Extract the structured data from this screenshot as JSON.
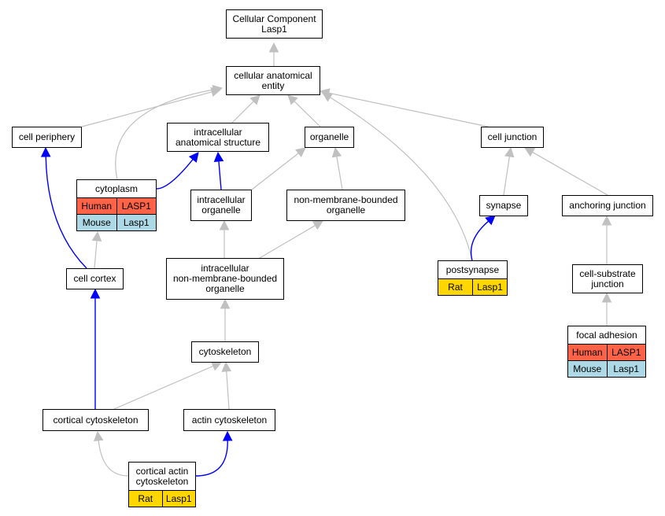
{
  "colors": {
    "gray_edge": "#c0c0c0",
    "blue_edge": "#0000ff",
    "human": "#ff6347",
    "mouse": "#add8e6",
    "rat": "#ffd700"
  },
  "nodes": {
    "root": {
      "label": "Cellular Component\nLasp1"
    },
    "cae": {
      "label": "cellular anatomical\nentity"
    },
    "periphery": {
      "label": "cell periphery"
    },
    "ias": {
      "label": "intracellular\nanatomical structure"
    },
    "organelle": {
      "label": "organelle"
    },
    "junction": {
      "label": "cell junction"
    },
    "cytoplasm": {
      "label": "cytoplasm",
      "rows": [
        {
          "species": "Human",
          "gene": "LASP1",
          "color": "human"
        },
        {
          "species": "Mouse",
          "gene": "Lasp1",
          "color": "mouse"
        }
      ]
    },
    "io": {
      "label": "intracellular\norganelle"
    },
    "nmbo": {
      "label": "non-membrane-bounded\norganelle"
    },
    "synapse": {
      "label": "synapse"
    },
    "anchoring": {
      "label": "anchoring junction"
    },
    "postsynapse": {
      "label": "postsynapse",
      "rows": [
        {
          "species": "Rat",
          "gene": "Lasp1",
          "color": "rat"
        }
      ]
    },
    "cortex": {
      "label": "cell cortex"
    },
    "inmbo": {
      "label": "intracellular\nnon-membrane-bounded\norganelle"
    },
    "substrate": {
      "label": "cell-substrate\njunction"
    },
    "focal": {
      "label": "focal adhesion",
      "rows": [
        {
          "species": "Human",
          "gene": "LASP1",
          "color": "human"
        },
        {
          "species": "Mouse",
          "gene": "Lasp1",
          "color": "mouse"
        }
      ]
    },
    "cytoskeleton": {
      "label": "cytoskeleton"
    },
    "cortcyto": {
      "label": "cortical cytoskeleton"
    },
    "actin": {
      "label": "actin cytoskeleton"
    },
    "cortactin": {
      "label": "cortical actin\ncytoskeleton",
      "rows": [
        {
          "species": "Rat",
          "gene": "Lasp1",
          "color": "rat"
        }
      ]
    }
  },
  "edges": [
    {
      "from": "cae",
      "to": "root",
      "color": "gray"
    },
    {
      "from": "periphery",
      "to": "cae",
      "color": "gray"
    },
    {
      "from": "ias",
      "to": "cae",
      "color": "gray"
    },
    {
      "from": "organelle",
      "to": "cae",
      "color": "gray"
    },
    {
      "from": "junction",
      "to": "cae",
      "color": "gray"
    },
    {
      "from": "cytoplasm",
      "to": "cae",
      "color": "gray"
    },
    {
      "from": "postsynapse",
      "to": "cae",
      "color": "gray"
    },
    {
      "from": "cytoplasm",
      "to": "ias",
      "color": "blue"
    },
    {
      "from": "io",
      "to": "ias",
      "color": "blue"
    },
    {
      "from": "io",
      "to": "organelle",
      "color": "gray"
    },
    {
      "from": "nmbo",
      "to": "organelle",
      "color": "gray"
    },
    {
      "from": "synapse",
      "to": "junction",
      "color": "gray"
    },
    {
      "from": "anchoring",
      "to": "junction",
      "color": "gray"
    },
    {
      "from": "postsynapse",
      "to": "synapse",
      "color": "blue"
    },
    {
      "from": "cortex",
      "to": "periphery",
      "color": "blue"
    },
    {
      "from": "cortex",
      "to": "cytoplasm",
      "color": "gray"
    },
    {
      "from": "inmbo",
      "to": "io",
      "color": "gray"
    },
    {
      "from": "inmbo",
      "to": "nmbo",
      "color": "gray"
    },
    {
      "from": "substrate",
      "to": "anchoring",
      "color": "gray"
    },
    {
      "from": "focal",
      "to": "substrate",
      "color": "gray"
    },
    {
      "from": "cytoskeleton",
      "to": "inmbo",
      "color": "gray"
    },
    {
      "from": "cortcyto",
      "to": "cortex",
      "color": "blue"
    },
    {
      "from": "cortcyto",
      "to": "cytoskeleton",
      "color": "gray"
    },
    {
      "from": "actin",
      "to": "cytoskeleton",
      "color": "gray"
    },
    {
      "from": "cortactin",
      "to": "cortcyto",
      "color": "gray"
    },
    {
      "from": "cortactin",
      "to": "actin",
      "color": "blue"
    }
  ]
}
